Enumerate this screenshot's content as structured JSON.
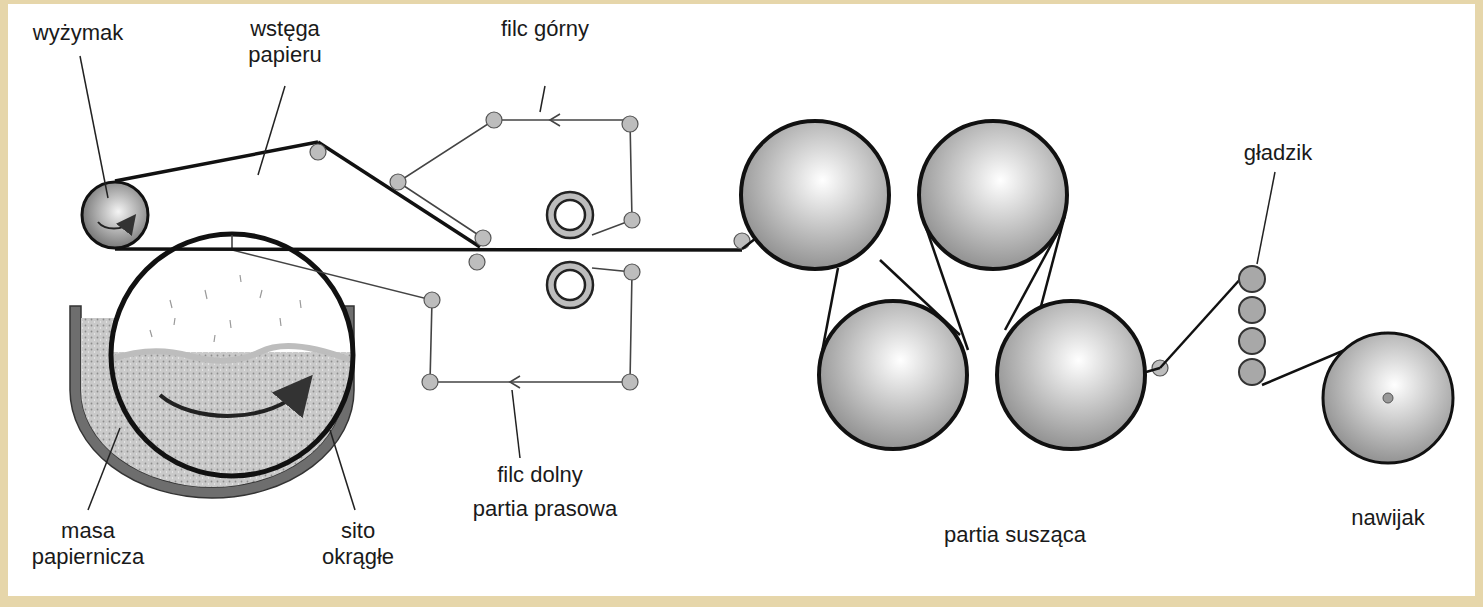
{
  "diagram": {
    "labels": [
      "wyżymak",
      "wstęga papieru",
      "filc górny",
      "gładzik",
      "masa papiernicza",
      "sito okrągłe",
      "filc dolny",
      "partia prasowa",
      "partia susząca",
      "nawijak"
    ]
  }
}
